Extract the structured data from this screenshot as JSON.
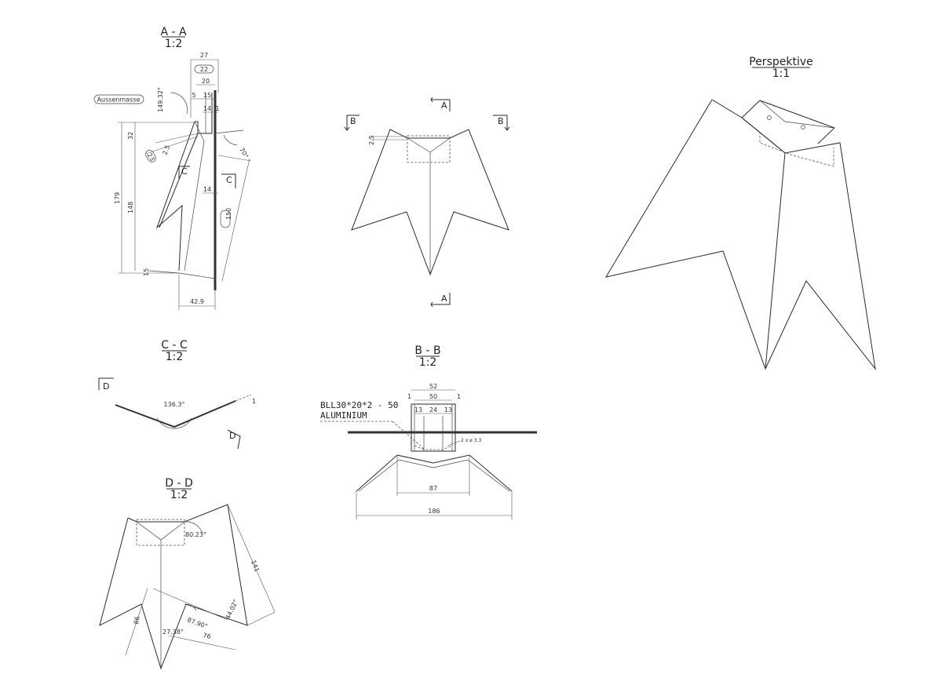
{
  "views": {
    "aa": {
      "name": "A - A",
      "scale": "1:2"
    },
    "cc": {
      "name": "C - C",
      "scale": "1:2"
    },
    "dd": {
      "name": "D - D",
      "scale": "1:2"
    },
    "bb": {
      "name": "B - B",
      "scale": "1:2"
    },
    "persp": {
      "name": "Perspektive",
      "scale": "1:1"
    }
  },
  "aa_dims": {
    "d27": "27",
    "d22": "22",
    "d20": "20",
    "d5": "5",
    "d15": "15",
    "d14a": "14",
    "d1": "1",
    "d14b": "14",
    "angle1": "149.32°",
    "angle2": "70°",
    "d32": "32",
    "d25": "2.5",
    "d23": "23",
    "d179": "179",
    "d148": "148",
    "d150": "150",
    "d15b": "15",
    "d429": "42.9",
    "outer_label": "Aussenmasse"
  },
  "front_dims": {
    "d25": "2.5"
  },
  "cut_labels": {
    "a_top": "A",
    "a_bottom": "A",
    "b_left": "B",
    "b_right": "B",
    "c_left": "C",
    "c_right": "C",
    "d_top": "D",
    "d_bottom": "D"
  },
  "cc_dims": {
    "angle": "136.3°",
    "d1": "1"
  },
  "dd_dims": {
    "d141": "141",
    "angle1": "80.23°",
    "angle2": "87.90°",
    "angle3": "44.02°",
    "angle4": "27.38°",
    "d86": "86",
    "d76": "76"
  },
  "bb_dims": {
    "d52": "52",
    "d50": "50",
    "d1a": "1",
    "d1b": "1",
    "d13a": "13",
    "d24": "24",
    "d13b": "13",
    "holes": "2 x ø 3.3",
    "d87": "87",
    "d186": "186"
  },
  "bb_material": {
    "line1": "BLL30*20*2 - 50",
    "line2": "ALUMINIUM"
  }
}
